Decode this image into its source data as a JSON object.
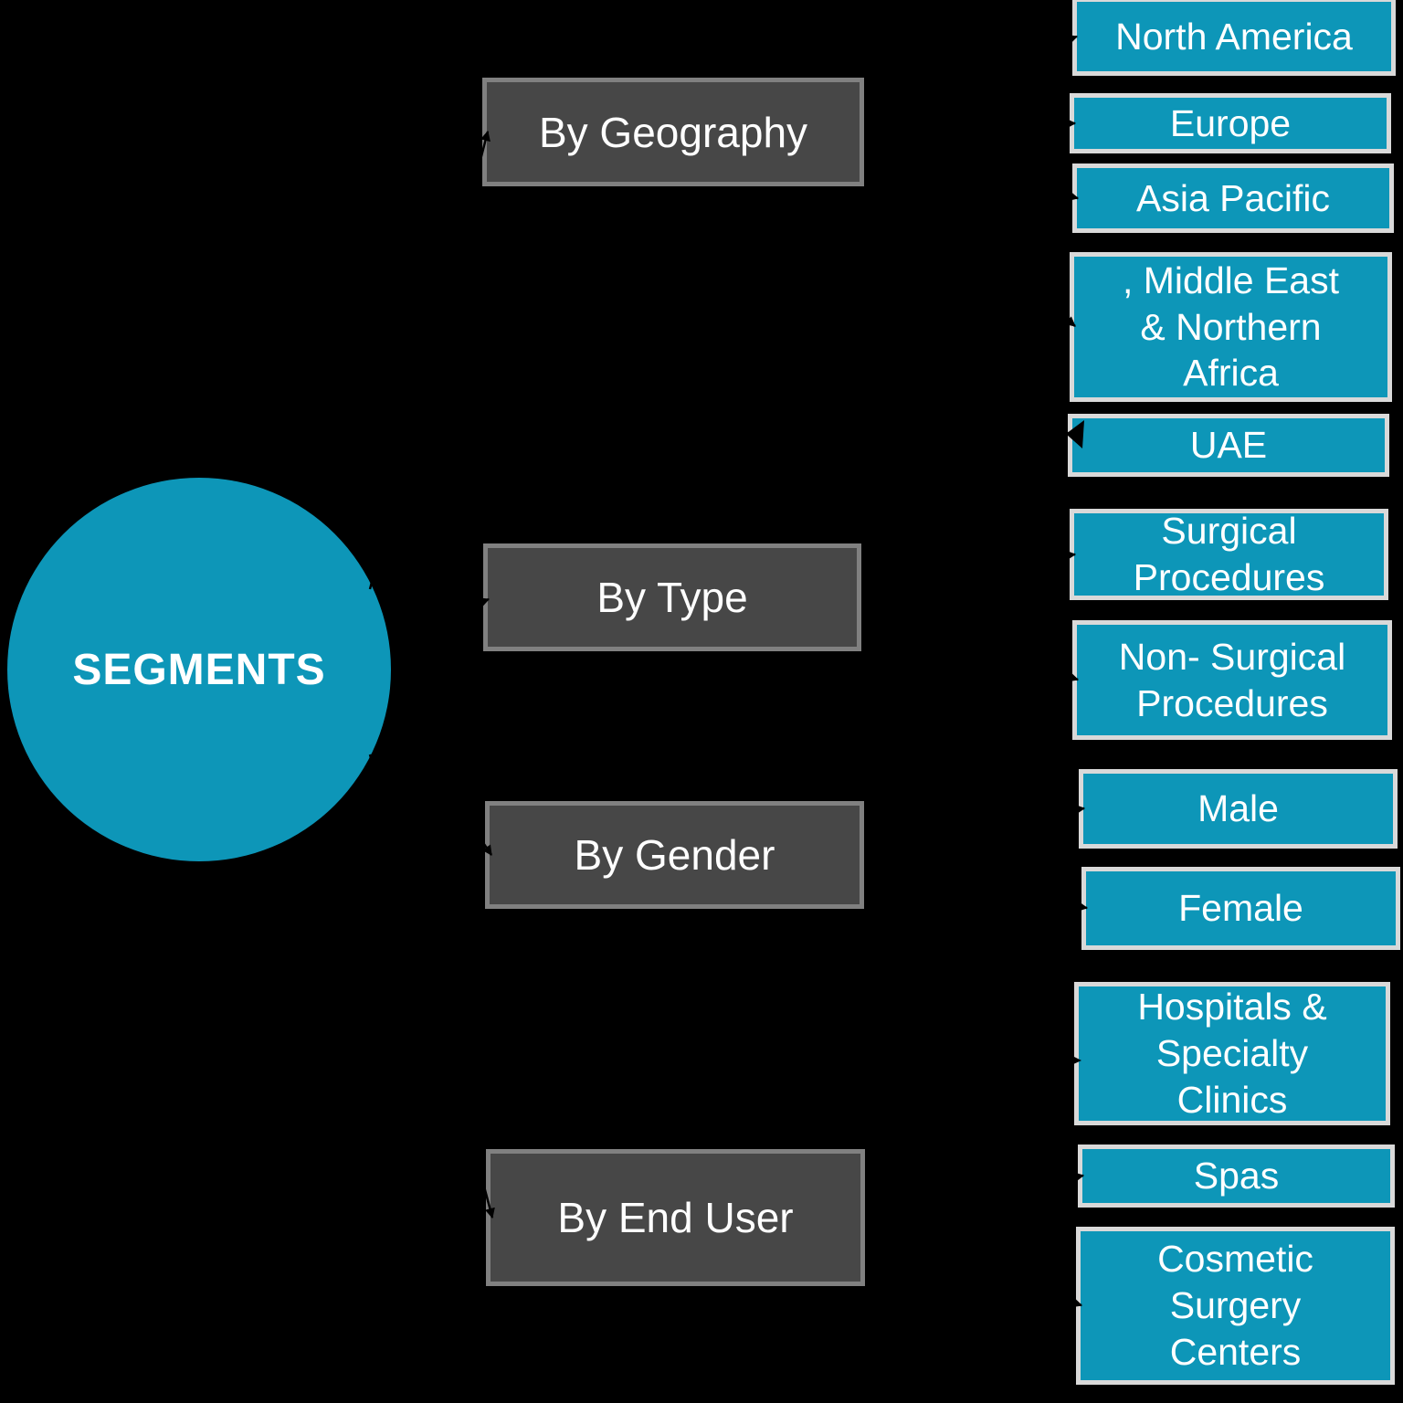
{
  "diagram": {
    "center_label": "SEGMENTS"
  },
  "categories": [
    {
      "label": "By Geography"
    },
    {
      "label": "By Type"
    },
    {
      "label": "By Gender"
    },
    {
      "label": "By End User"
    }
  ],
  "segments": [
    {
      "label": "North America",
      "parent": "By Geography"
    },
    {
      "label": "Europe",
      "parent": "By Geography"
    },
    {
      "label": "Asia Pacific",
      "parent": "By Geography"
    },
    {
      "label": ", Middle East\n& Northern\nAfrica",
      "parent": "By Geography"
    },
    {
      "label": "UAE",
      "parent": "By Geography"
    },
    {
      "label": "Surgical\nProcedures",
      "parent": "By Type"
    },
    {
      "label": "Non- Surgical\nProcedures",
      "parent": "By Type"
    },
    {
      "label": "Male",
      "parent": "By Gender"
    },
    {
      "label": "Female",
      "parent": "By Gender"
    },
    {
      "label": "Hospitals &\nSpecialty\nClinics",
      "parent": "By End User"
    },
    {
      "label": "Spas",
      "parent": "By End User"
    },
    {
      "label": "Cosmetic\nSurgery\nCenters",
      "parent": "By End User"
    }
  ],
  "colors": {
    "background": "#000000",
    "accent_teal": "#0D96B8",
    "teal_box_border": "#D9D9D9",
    "category_box_fill": "#474747",
    "category_box_border": "#808080",
    "text": "#FFFFFF",
    "connector": "#000000"
  }
}
